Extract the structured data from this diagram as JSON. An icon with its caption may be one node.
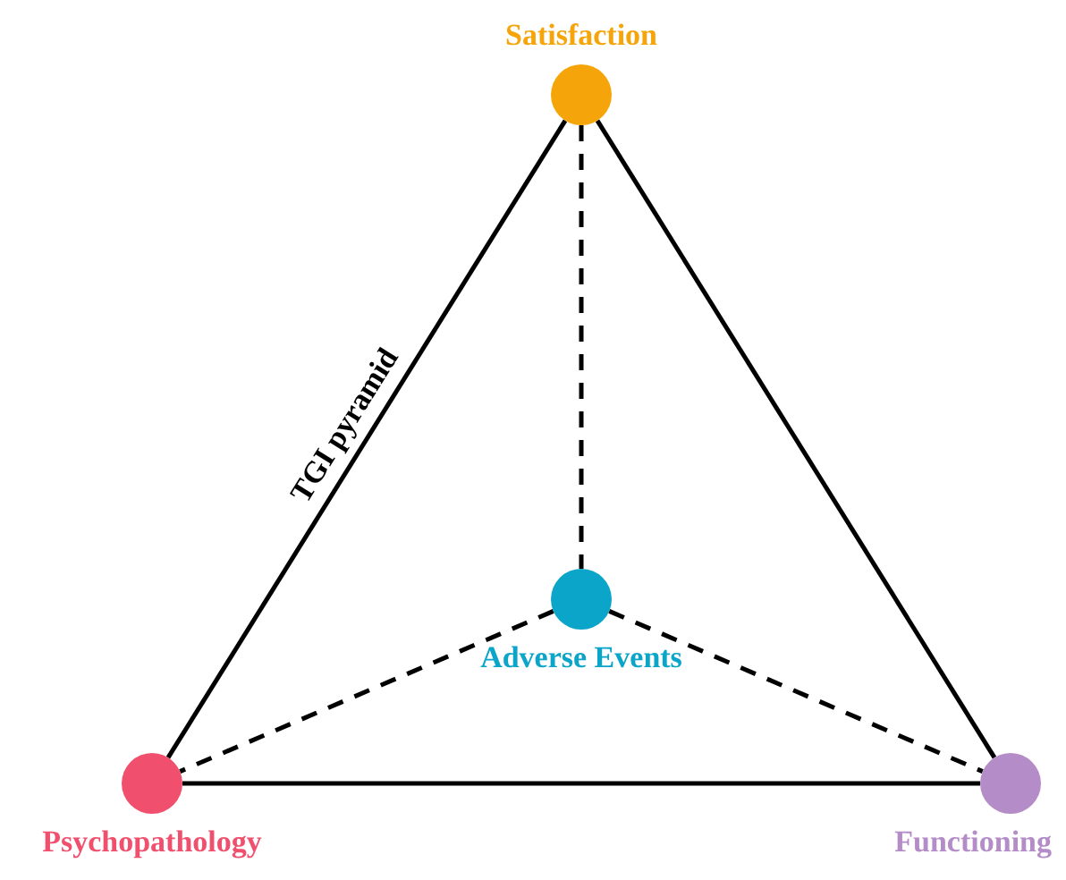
{
  "diagram": {
    "nodes": [
      {
        "text": [
          "Satisfaction"
        ]
      },
      {
        "text": [
          "Adverse Events"
        ]
      },
      {
        "text": [
          "Psychopathology"
        ]
      },
      {
        "text": [
          "Functioning"
        ]
      }
    ],
    "edges": [
      {
        "from": 0,
        "to": 2,
        "arrow": "none",
        "label": "TGI pyramid"
      },
      {
        "from": 0,
        "to": 3,
        "arrow": "none"
      },
      {
        "from": 2,
        "to": 3,
        "arrow": "none"
      },
      {
        "from": 0,
        "to": 1,
        "arrow": "none",
        "style": "dashed"
      },
      {
        "from": 1,
        "to": 2,
        "arrow": "none",
        "style": "dashed"
      },
      {
        "from": 1,
        "to": 3,
        "arrow": "none",
        "style": "dashed"
      }
    ]
  }
}
